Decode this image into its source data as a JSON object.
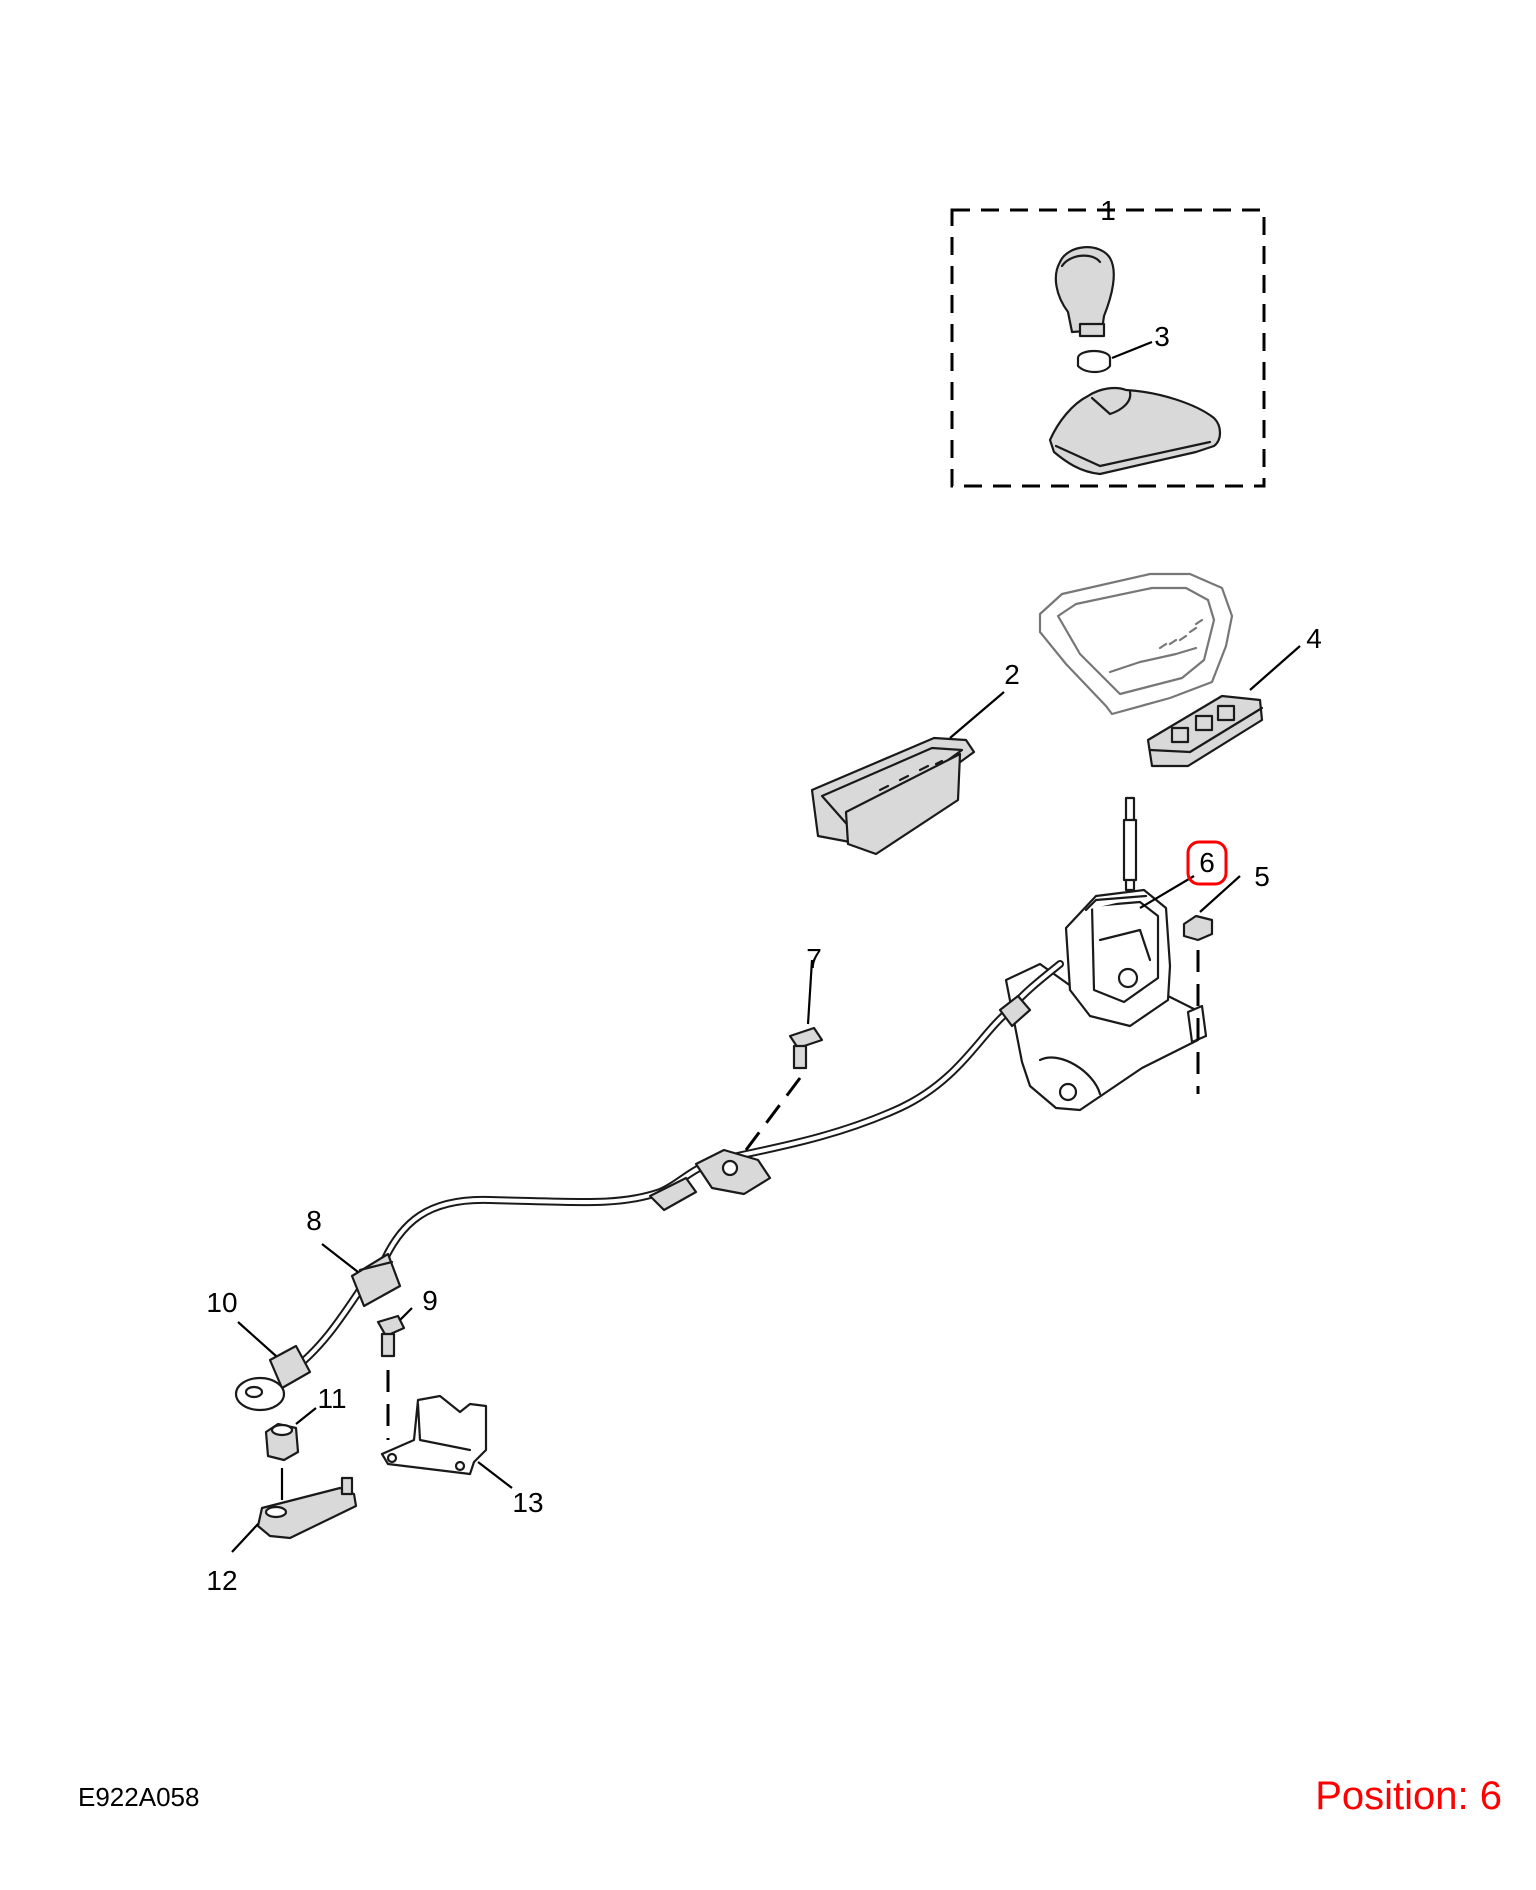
{
  "diagram": {
    "callouts": [
      {
        "id": "1",
        "label": "1"
      },
      {
        "id": "2",
        "label": "2"
      },
      {
        "id": "3",
        "label": "3"
      },
      {
        "id": "4",
        "label": "4"
      },
      {
        "id": "5",
        "label": "5"
      },
      {
        "id": "6",
        "label": "6"
      },
      {
        "id": "7",
        "label": "7"
      },
      {
        "id": "8",
        "label": "8"
      },
      {
        "id": "9",
        "label": "9"
      },
      {
        "id": "10",
        "label": "10"
      },
      {
        "id": "11",
        "label": "11"
      },
      {
        "id": "12",
        "label": "12"
      },
      {
        "id": "13",
        "label": "13"
      }
    ],
    "highlight_color": "#ff0000",
    "line_color": "#000000"
  },
  "footer": {
    "code": "E922A058",
    "position": "Position: 6"
  }
}
